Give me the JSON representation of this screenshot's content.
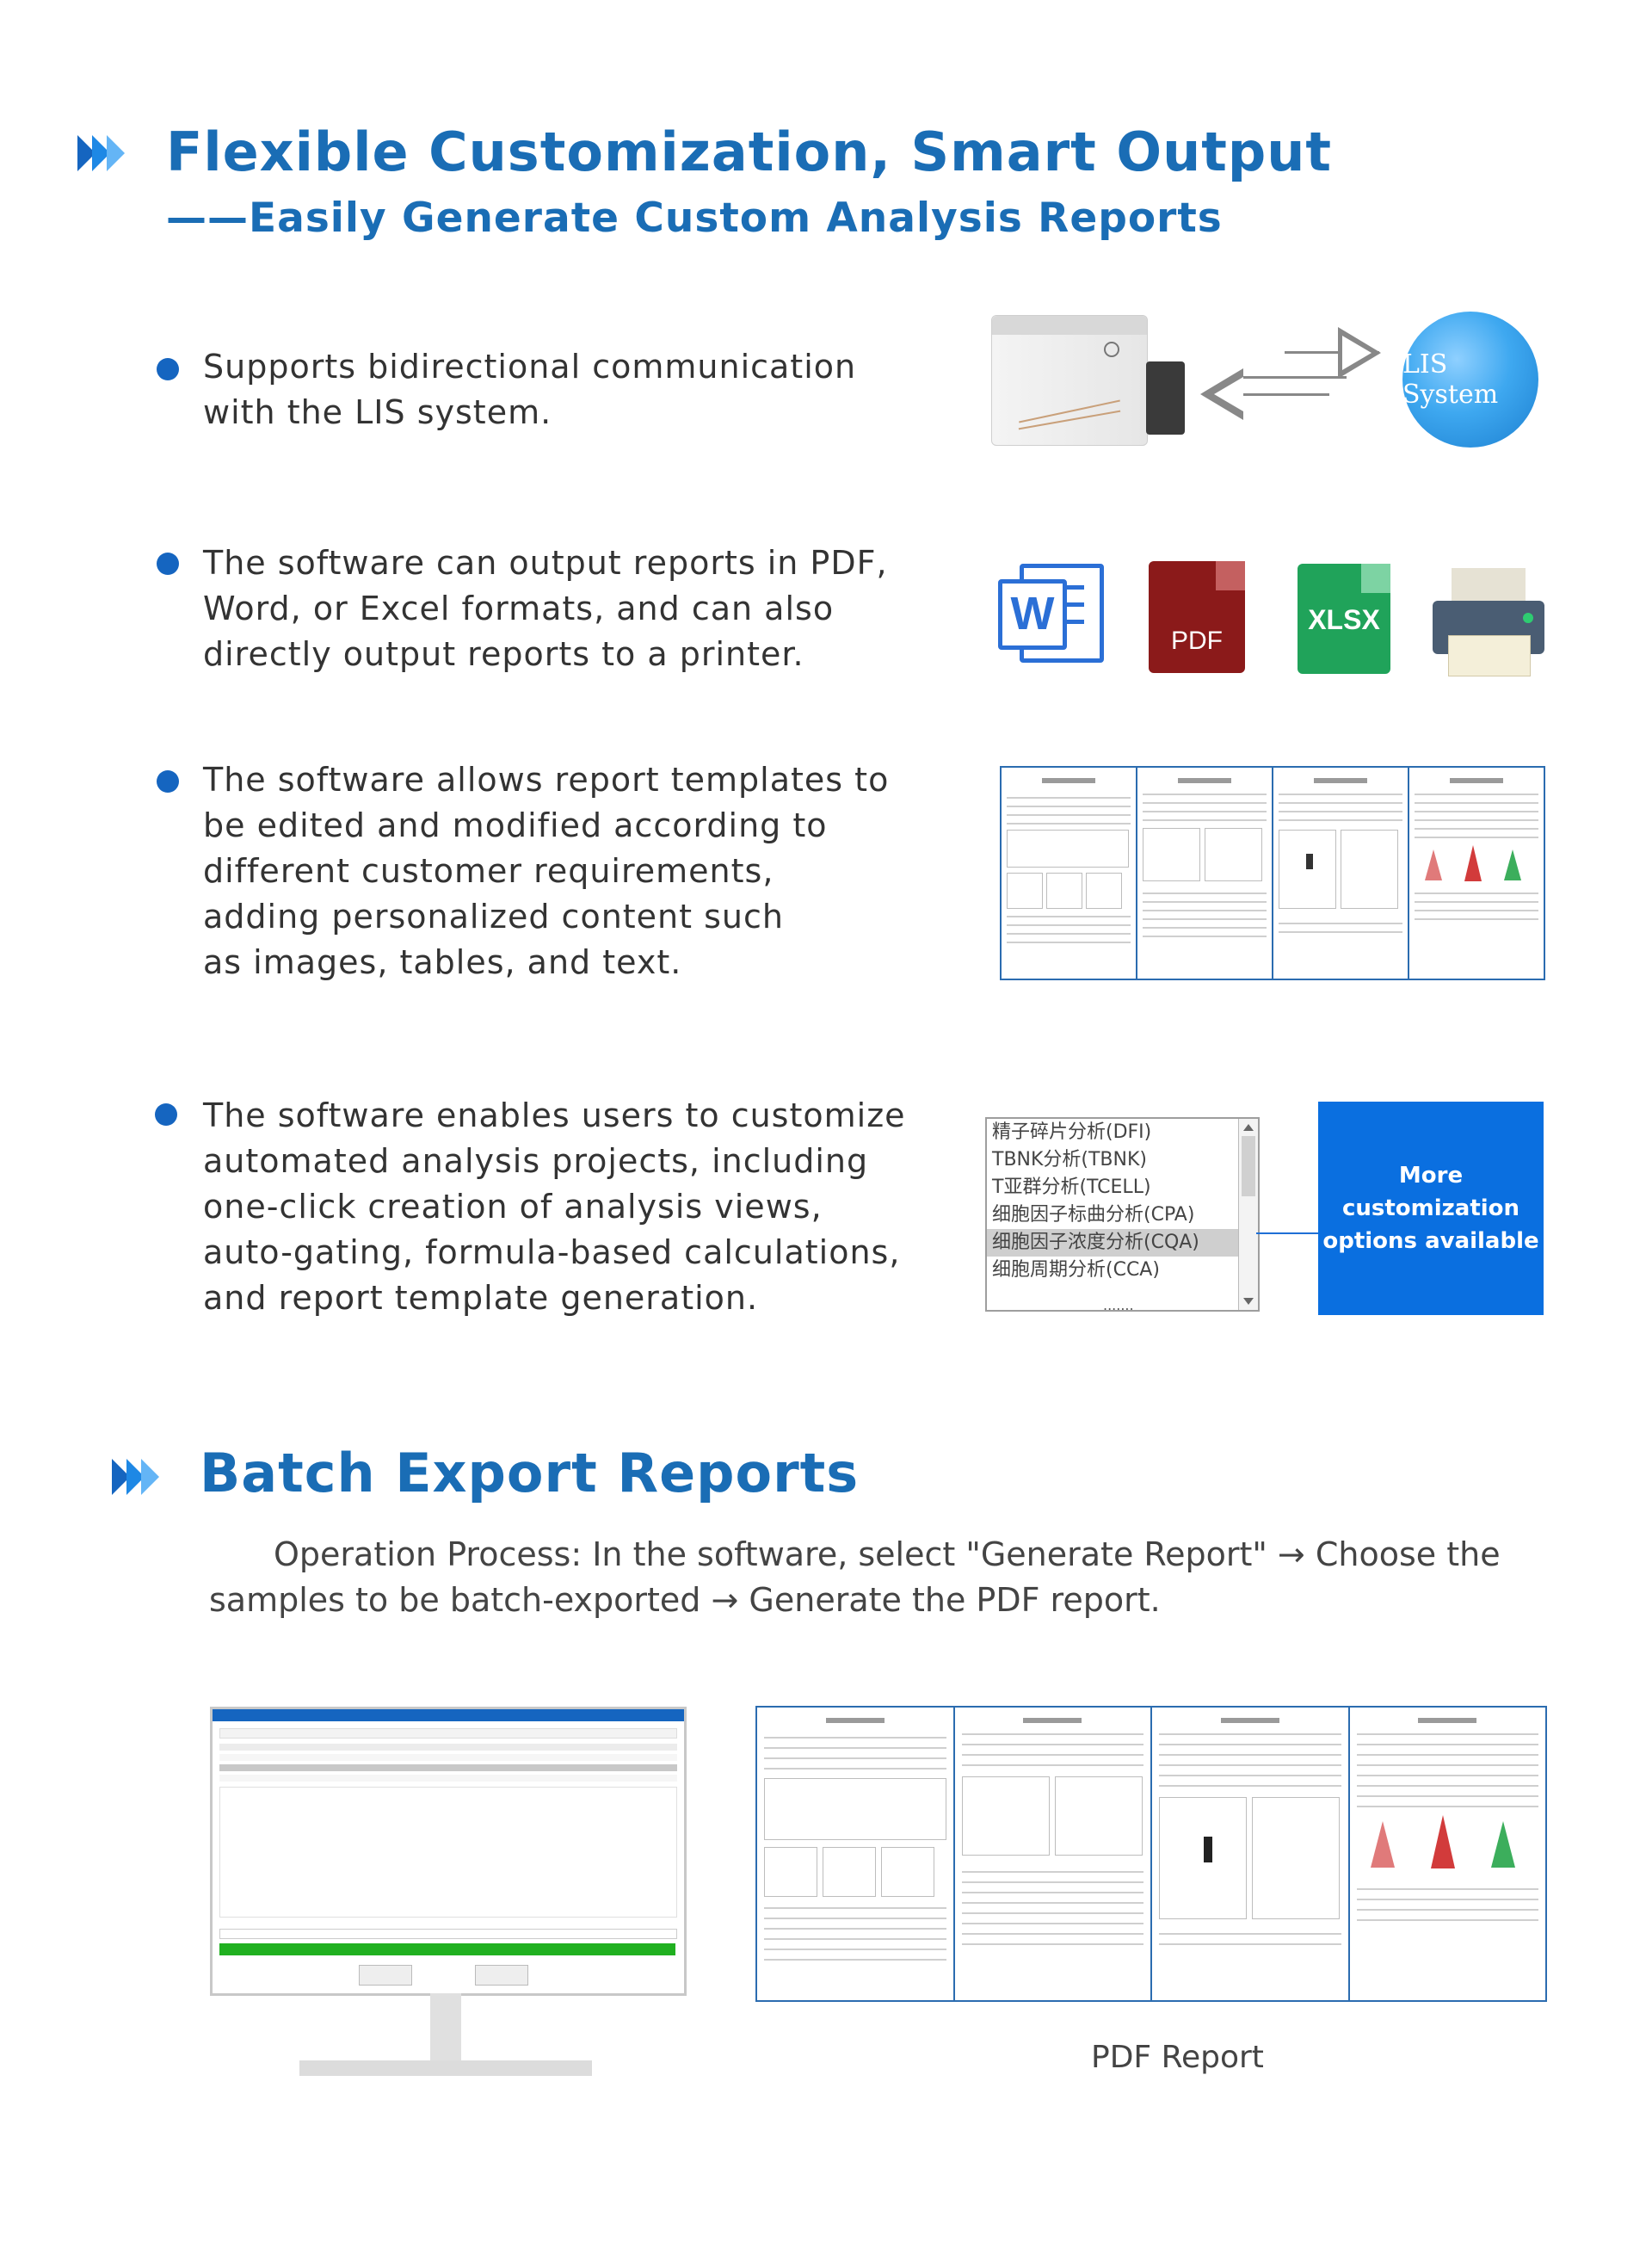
{
  "header": {
    "title": "Flexible Customization, Smart Output",
    "subtitle": "——Easily Generate Custom Analysis Reports"
  },
  "features": [
    {
      "text": "Supports bidirectional communication\nwith the LIS system."
    },
    {
      "text": "The software can output reports in PDF,\nWord, or Excel formats, and can also\ndirectly output reports to a printer."
    },
    {
      "text": "The software allows report templates to\n be edited and modified according to\ndifferent customer requirements,\nadding personalized content such\n as images, tables, and text."
    },
    {
      "text": "The software enables users  to customize\nautomated analysis projects, including\none-click creation of analysis  views,\nauto-gating, formula-based  calculations,\nand  report  template generation."
    }
  ],
  "lis": {
    "label": "LIS System"
  },
  "file_icons": {
    "word": "W",
    "pdf": "PDF",
    "xlsx": "XLSX"
  },
  "analysis_list": {
    "items": [
      "精子碎片分析(DFI)",
      "TBNK分析(TBNK)",
      "T亚群分析(TCELL)",
      "细胞因子标曲分析(CPA)",
      "细胞因子浓度分析(CQA)",
      "细胞周期分析(CCA)"
    ],
    "selected_index": 4,
    "more": "......."
  },
  "customization_box": {
    "line1": "More customization",
    "line2": "options available"
  },
  "batch": {
    "title": "Batch Export Reports",
    "description": "Operation Process: In the software, select \"Generate Report\" → Choose the\nsamples  to be batch-exported → Generate the PDF report.",
    "progress": 1.0,
    "caption": "PDF Report"
  },
  "colors": {
    "heading": "#1a6db5",
    "bullet": "#1565c0",
    "accent_box": "#0a6fe0",
    "pdf": "#8b1a1a",
    "xlsx": "#20a35a",
    "word": "#2b6fd6"
  }
}
